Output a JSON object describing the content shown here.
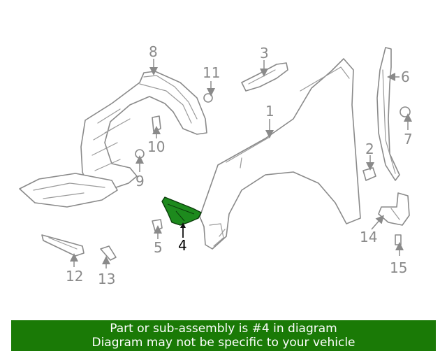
{
  "callouts": {
    "c1": "1",
    "c2": "2",
    "c3": "3",
    "c4": "4",
    "c5": "5",
    "c6": "6",
    "c7": "7",
    "c8": "8",
    "c9": "9",
    "c10": "10",
    "c11": "11",
    "c12": "12",
    "c13": "13",
    "c14": "14",
    "c15": "15"
  },
  "highlighted_part": "4",
  "banner": {
    "line1": "Part or sub-assembly is #4 in diagram",
    "line2": "Diagram may not be specific to your vehicle"
  },
  "colors": {
    "highlight_fill": "#1d8a1d",
    "banner_background": "#1a7a06",
    "banner_text": "#ffffff",
    "line_art": "#8a8a8a"
  }
}
